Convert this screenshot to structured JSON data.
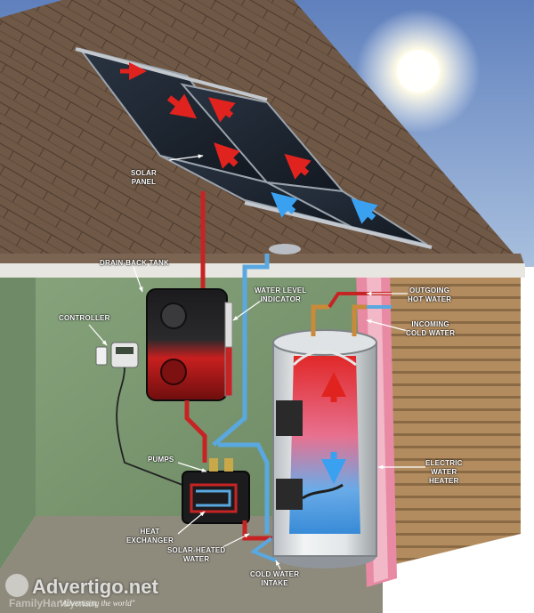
{
  "labels": {
    "solar_panel": [
      "SOLAR",
      "PANEL"
    ],
    "drain_back_tank": "DRAIN-BACK TANK",
    "controller": "CONTROLLER",
    "water_level_indicator": [
      "WATER LEVEL",
      "INDICATOR"
    ],
    "outgoing_hot_water": [
      "OUTGOING",
      "HOT WATER"
    ],
    "incoming_cold_water": [
      "INCOMING",
      "COLD WATER"
    ],
    "pumps": "PUMPS",
    "electric_water_heater": [
      "ELECTRIC",
      "WATER",
      "HEATER"
    ],
    "heat_exchanger": [
      "HEAT",
      "EXCHANGER"
    ],
    "solar_heated_water": [
      "SOLAR-HEATED",
      "WATER"
    ],
    "cold_water_intake": [
      "COLD WATER",
      "INTAKE"
    ]
  },
  "watermark": {
    "brand": "Advertigo.net",
    "tagline": "\"Advertising the world\"",
    "ghost": "FamilyHandyman"
  },
  "colors": {
    "sky": "#6f8fc4",
    "roof": "#6b5442",
    "wall": "#7c9a72",
    "hot": "#d92a2a",
    "cold": "#2f8fd6",
    "siding": "#b08a5e"
  }
}
